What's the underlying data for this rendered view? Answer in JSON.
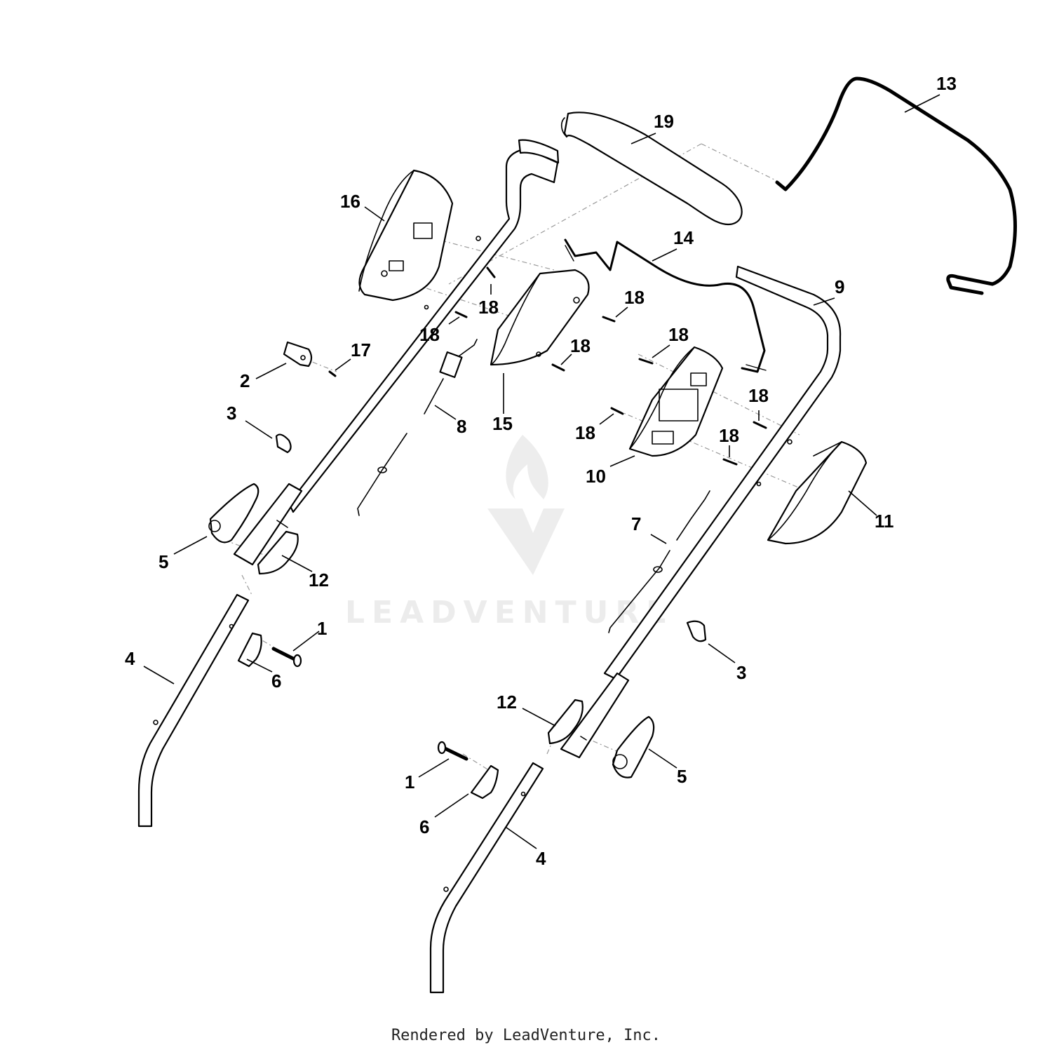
{
  "diagram": {
    "footer": "Rendered by LeadVenture, Inc.",
    "watermark": "LEADVENTURE",
    "callouts": {
      "c1a": "1",
      "c1b": "1",
      "c2": "2",
      "c3a": "3",
      "c3b": "3",
      "c4a": "4",
      "c4b": "4",
      "c5a": "5",
      "c5b": "5",
      "c6a": "6",
      "c6b": "6",
      "c7": "7",
      "c8": "8",
      "c9": "9",
      "c10": "10",
      "c11": "11",
      "c12a": "12",
      "c12b": "12",
      "c13": "13",
      "c14": "14",
      "c15": "15",
      "c16": "16",
      "c17": "17",
      "c18a": "18",
      "c18b": "18",
      "c18c": "18",
      "c18d": "18",
      "c18e": "18",
      "c18f": "18",
      "c18g": "18",
      "c18h": "18",
      "c19": "19"
    }
  }
}
